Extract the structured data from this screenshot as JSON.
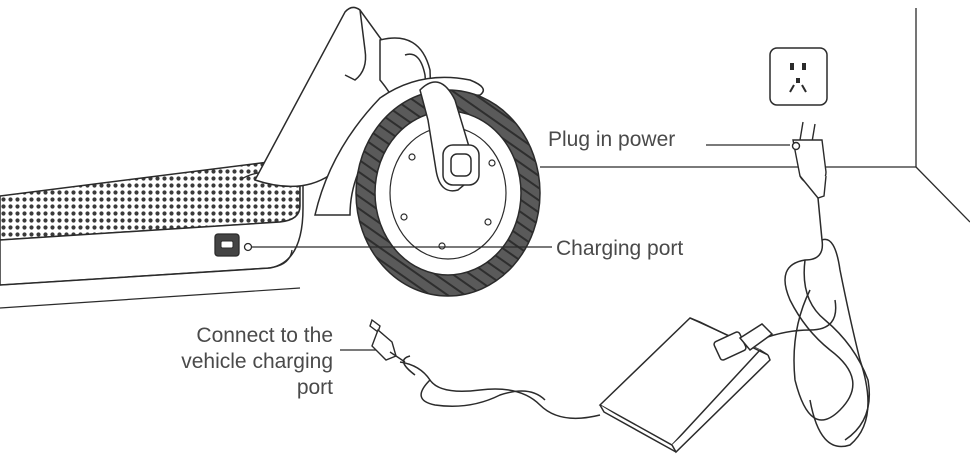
{
  "labels": {
    "plug_in_power": "Plug in power",
    "charging_port": "Charging port",
    "connect_line1": "Connect to the",
    "connect_line2": "vehicle charging",
    "connect_line3": "port"
  },
  "colors": {
    "line": "#2b2b2b",
    "text": "#4a4a4a",
    "tire": "#555555",
    "deck_texture": "#3a3a3a"
  },
  "icons": [
    "power-outlet-icon",
    "wall-plug-icon",
    "power-adapter-icon",
    "dc-connector-icon"
  ]
}
